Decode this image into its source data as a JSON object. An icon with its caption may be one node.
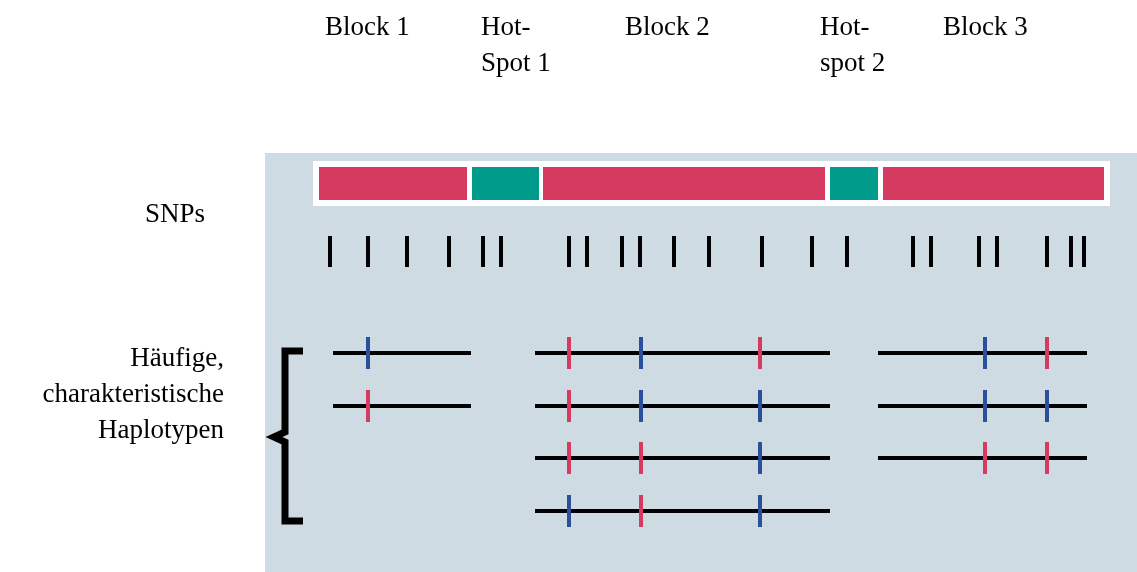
{
  "diagram": {
    "labels": [
      "Block 1",
      "Hot- Spot 1",
      "Block 2",
      "Hot- spot 2",
      "Block 3",
      "SNPs",
      "Häufige, charakteristische Haplotypen"
    ]
  }
}
